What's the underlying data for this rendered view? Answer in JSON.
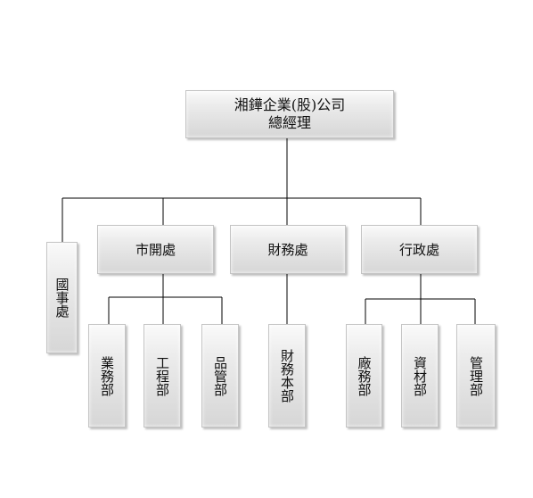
{
  "root": {
    "line1": "湘鏵企業(股)公司",
    "line2": "總經理"
  },
  "departments": {
    "guoshi": "國事處",
    "shikai": "市開處",
    "caiwu": "財務處",
    "xingzheng": "行政處"
  },
  "units": {
    "yewu": "業務部",
    "gongcheng": "工程部",
    "pinguan": "品管部",
    "caiwuben": "財務本部",
    "changwu": "廠務部",
    "zicai": "資材部",
    "guanli": "管理部"
  },
  "colors": {
    "line": "#000000",
    "box_top": "#fafafa",
    "box_bottom": "#d6d6d6"
  }
}
